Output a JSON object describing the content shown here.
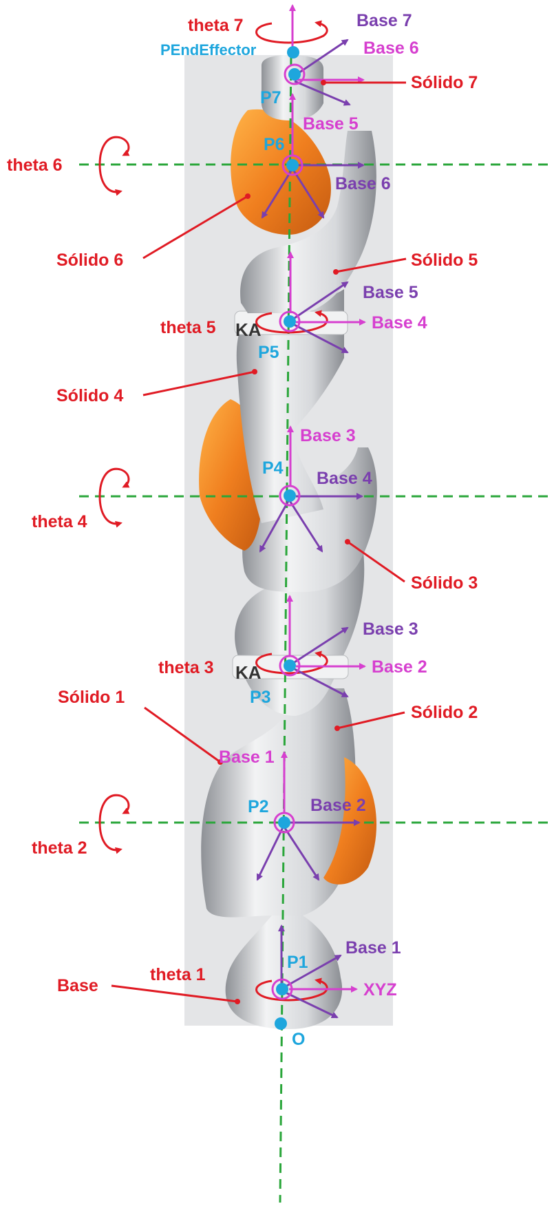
{
  "colors": {
    "red": "#e01b24",
    "purple": "#7a3fae",
    "magenta": "#d63fcf",
    "cyan": "#1ea6dd",
    "green_axis": "#2aa63a",
    "robot_orange": "#f07f1f",
    "robot_grey": "#c9cbcf",
    "panel_grey": "#e4e5e7"
  },
  "theta_labels": {
    "t1": "theta 1",
    "t2": "theta 2",
    "t3": "theta 3",
    "t4": "theta 4",
    "t5": "theta 5",
    "t6": "theta 6",
    "t7": "theta 7"
  },
  "solid_labels": {
    "base": "Base",
    "s1": "Sólido 1",
    "s2": "Sólido 2",
    "s3": "Sólido 3",
    "s4": "Sólido 4",
    "s5": "Sólido 5",
    "s6": "Sólido 6",
    "s7": "Sólido 7"
  },
  "point_labels": {
    "o": "O",
    "p1": "P1",
    "p2": "P2",
    "p3": "P3",
    "p4": "P4",
    "p5": "P5",
    "p6": "P6",
    "p7": "P7",
    "end": "PEndEffector"
  },
  "base_labels": {
    "xyz": "XYZ",
    "b1_purple": "Base 1",
    "b1_magenta": "Base 1",
    "b2_purple": "Base 2",
    "b2_magenta": "Base 2",
    "b3_purple": "Base 3",
    "b3_magenta": "Base 3",
    "b4_purple": "Base 4",
    "b4_magenta": "Base 4",
    "b5_purple": "Base 5",
    "b5_magenta": "Base 5",
    "b6_purple": "Base 6",
    "b6_magenta": "Base 6",
    "b7_purple": "Base 7"
  },
  "robot_text": {
    "ka_upper": "KA",
    "ka_lower": "KA"
  }
}
